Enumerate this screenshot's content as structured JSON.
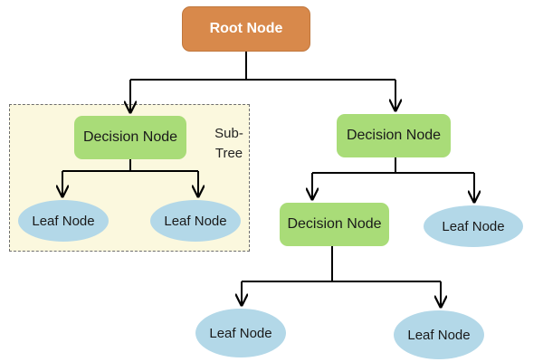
{
  "root": {
    "label": "Root Node"
  },
  "subtree": {
    "label": "Sub-\nTree"
  },
  "decision_nodes": [
    {
      "label": "Decision Node"
    },
    {
      "label": "Decision Node"
    },
    {
      "label": "Decision Node"
    }
  ],
  "leaf_nodes": [
    {
      "label": "Leaf Node"
    },
    {
      "label": "Leaf Node"
    },
    {
      "label": "Leaf Node"
    },
    {
      "label": "Leaf Node"
    },
    {
      "label": "Leaf Node"
    }
  ],
  "colors": {
    "root_fill": "#d8894b",
    "decision_fill": "#a9dc78",
    "leaf_fill": "#b3d8e8",
    "subtree_fill": "#fbf8de",
    "edge": "#000000"
  }
}
